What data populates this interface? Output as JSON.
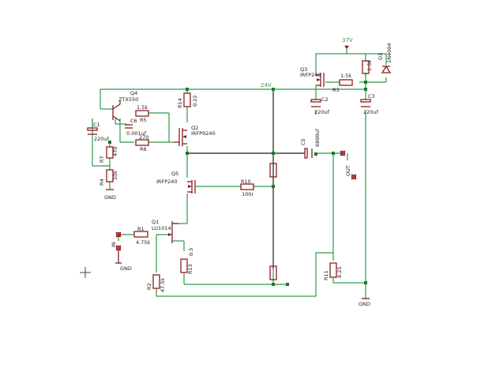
{
  "rails": {
    "v37": "37V",
    "v24": "24V",
    "gnd": "GND"
  },
  "components": {
    "q3": {
      "ref": "Q3",
      "value": "IRFP240"
    },
    "d1": {
      "ref": "D1",
      "value": "1N4004"
    },
    "r_top": {
      "value": "1.5k"
    },
    "r3": {
      "ref": "R3",
      "value": "1.5k"
    },
    "c2": {
      "ref": "C2",
      "value": "220uf"
    },
    "c3": {
      "ref": "C3",
      "value": "220uf"
    },
    "q4": {
      "ref": "Q4",
      "value": "ZTX550"
    },
    "r5": {
      "ref": "R5",
      "value": "1.5k"
    },
    "r6": {
      "ref": "R6",
      "value": "270"
    },
    "c6": {
      "ref": "C6",
      "value": "0.001uf"
    },
    "c1": {
      "ref": "C1",
      "value": "220uf"
    },
    "r14": {
      "ref": "R14",
      "value": "0.22"
    },
    "q2": {
      "ref": "Q2",
      "value": "IRFP9240"
    },
    "r7": {
      "ref": "R7",
      "value": "470"
    },
    "r4": {
      "ref": "R4",
      "value": "10k"
    },
    "c5": {
      "ref": "C5",
      "value": "6800uf"
    },
    "q5": {
      "ref": "Q5",
      "value": "IRFP240"
    },
    "r10": {
      "ref": "R10",
      "value": "100r"
    },
    "q1": {
      "ref": "Q1",
      "value": "LU1014"
    },
    "r1": {
      "ref": "R1",
      "value": "4.75k"
    },
    "r13": {
      "ref": "R13",
      "value": "0.5"
    },
    "r2": {
      "ref": "R2",
      "value": "47.5k"
    },
    "r11": {
      "ref": "R11",
      "value": "8.25"
    }
  },
  "ports": {
    "in": "IN",
    "out": "OUT"
  }
}
